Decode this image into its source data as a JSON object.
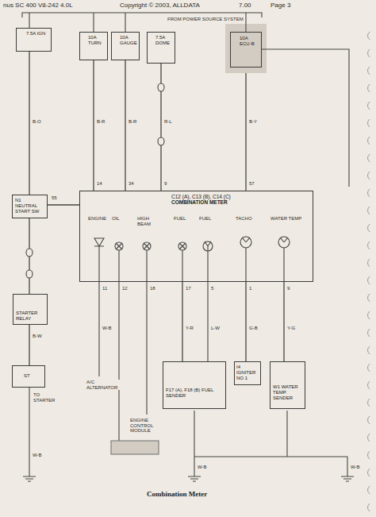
{
  "diagram": {
    "caption": "Combination Meter",
    "nodes": [
      {
        "text": [
          "7.5A IGN"
        ]
      },
      {
        "text": [
          "10A TURN"
        ]
      },
      {
        "text": [
          "10A GAUGE"
        ]
      },
      {
        "text": [
          "7.5A DOME"
        ]
      },
      {
        "text": [
          "10A ECU-B"
        ]
      },
      {
        "text": [
          "N1 NEUTRAL START SW"
        ]
      },
      {
        "text": [
          "C12 (A), C13 (B), C14 (C)",
          "COMBINATION METER"
        ]
      },
      {
        "text": [
          "STARTER RELAY"
        ]
      },
      {
        "text": [
          "ST"
        ]
      },
      {
        "text": [
          "F17 (A), F18 (B) FUEL SENDER"
        ]
      },
      {
        "text": [
          "I4 IGNITER NO.1"
        ]
      },
      {
        "text": [
          "W1 WATER TEMP. SENDER"
        ]
      }
    ],
    "edges": [
      {
        "from": 0,
        "to": 5,
        "arrow": "none"
      },
      {
        "from": 1,
        "to": 6,
        "arrow": "none"
      },
      {
        "from": 2,
        "to": 6,
        "arrow": "none"
      },
      {
        "from": 3,
        "to": 6,
        "arrow": "none"
      },
      {
        "from": 4,
        "to": 6,
        "arrow": "none"
      },
      {
        "from": 5,
        "to": 6,
        "arrow": "none"
      },
      {
        "from": 5,
        "to": 7,
        "arrow": "none"
      },
      {
        "from": 7,
        "to": 8,
        "arrow": "none"
      },
      {
        "from": 6,
        "to": 9,
        "arrow": "none"
      },
      {
        "from": 6,
        "to": 10,
        "arrow": "none"
      },
      {
        "from": 6,
        "to": 11,
        "arrow": "none"
      }
    ],
    "labels": [
      "nus SC 400 V8-242 4.0L",
      "Copyright © 2003, ALLDATA",
      "7.00",
      "Page 3",
      "FROM POWER SOURCE SYSTEM",
      "ENGINE",
      "OIL",
      "HIGH BEAM",
      "FUEL",
      "FUEL",
      "TACHO",
      "WATER TEMP",
      "B-O",
      "B-R",
      "B-R",
      "R-L",
      "B-Y",
      "B-W",
      "W-B",
      "Y-R",
      "L-W",
      "G-B",
      "Y-G",
      "W-B",
      "W-B",
      "W-B",
      "14",
      "34",
      "9",
      "57",
      "55",
      "11",
      "12",
      "18",
      "17",
      "5",
      "1",
      "9",
      "A/C ALTERNATOR",
      "ENGINE CONTROL MODULE",
      "TO STARTER"
    ]
  }
}
